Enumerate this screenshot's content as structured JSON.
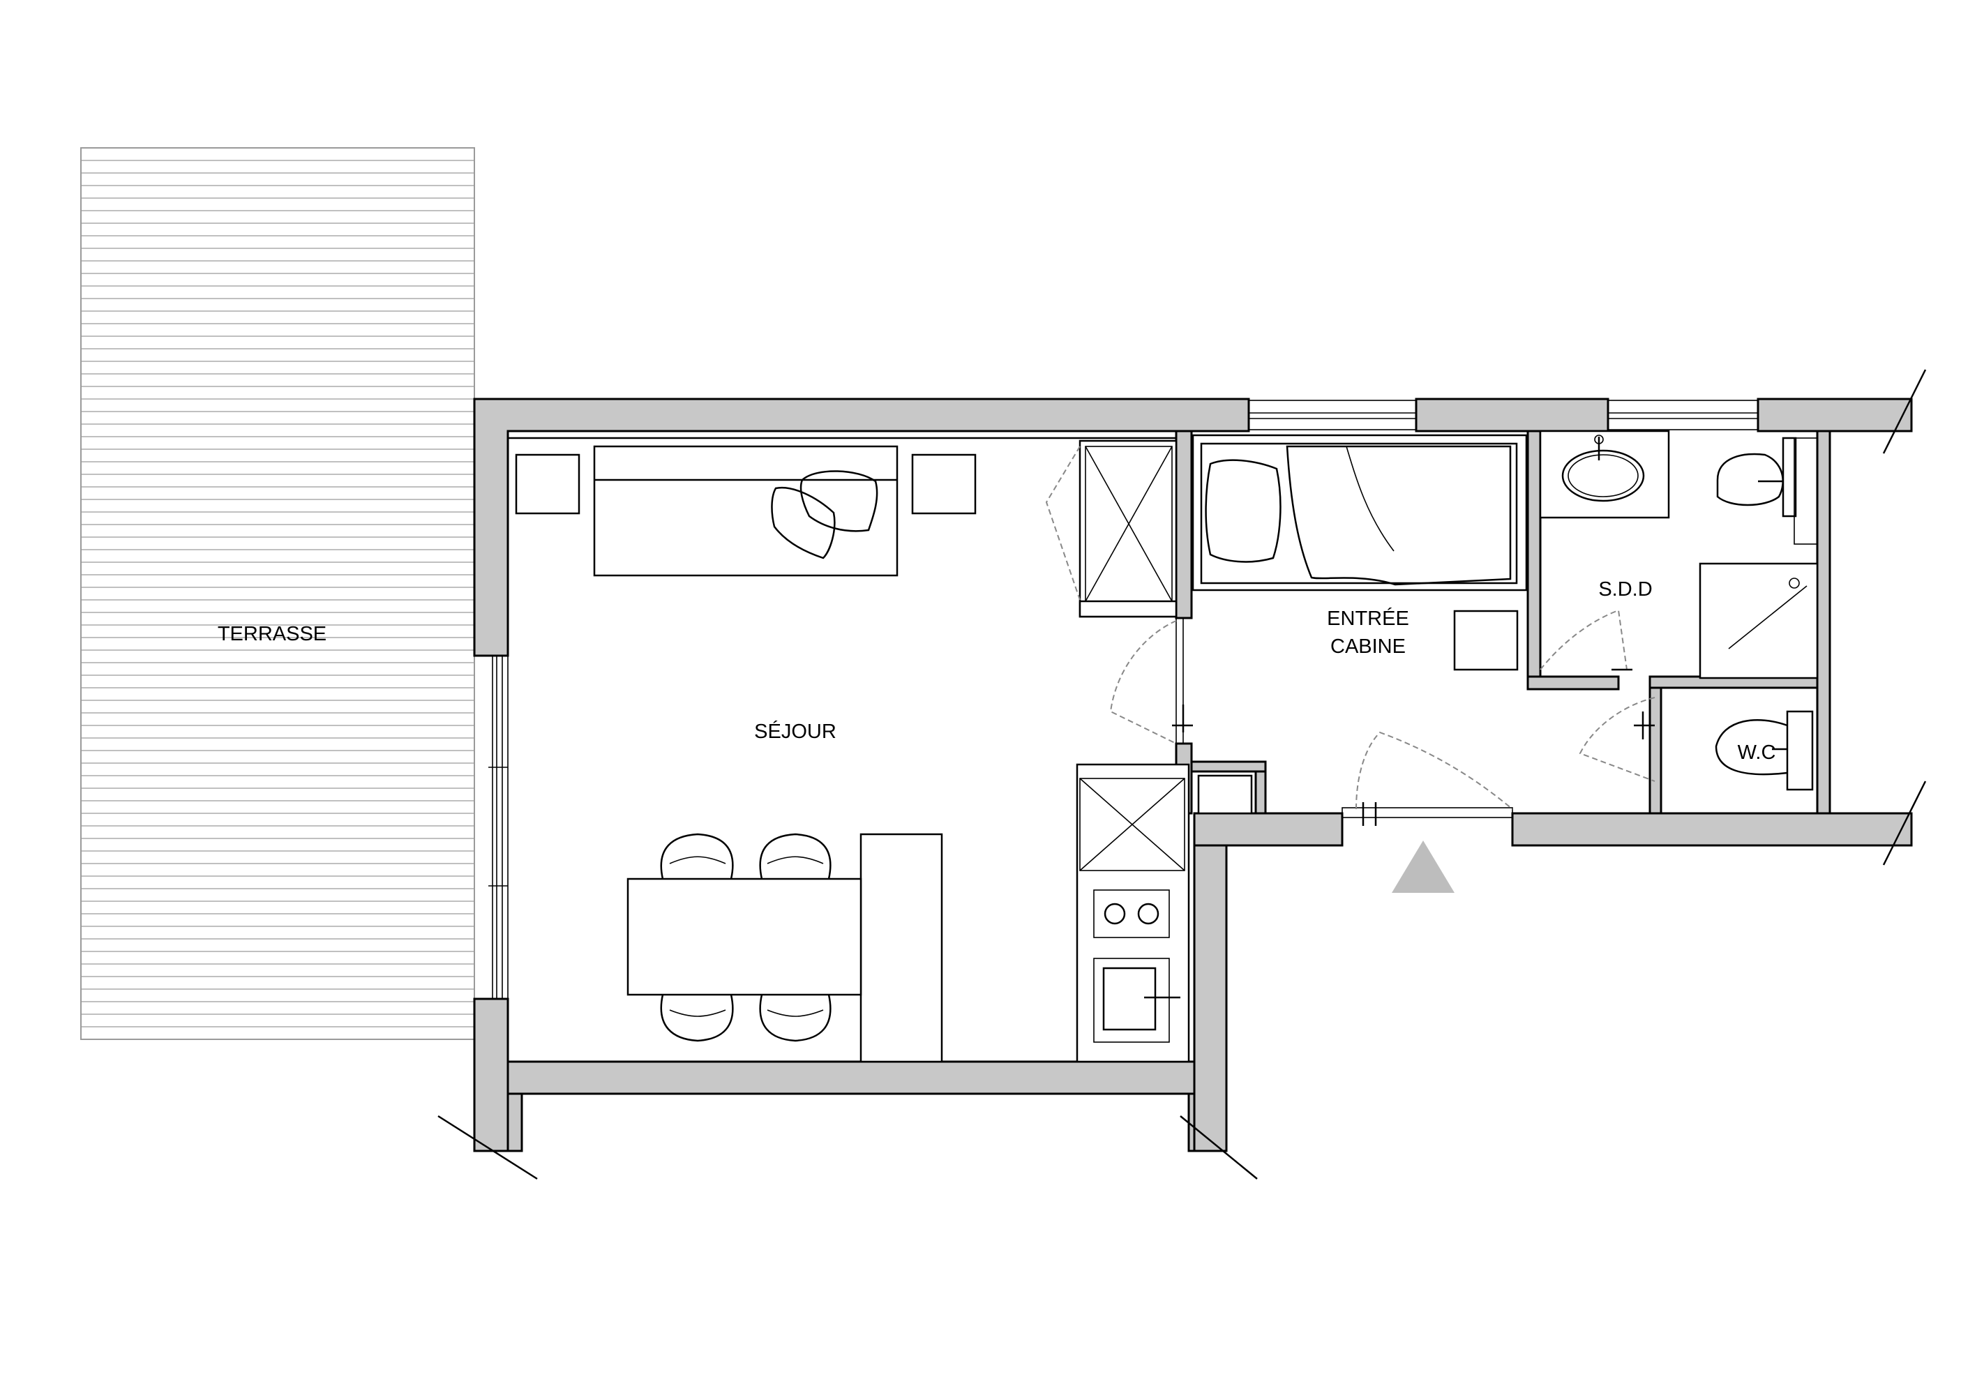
{
  "rooms": {
    "terrasse": "TERRASSE",
    "sejour": "SÉJOUR",
    "entree": "ENTRÉE",
    "cabine": "CABINE",
    "sdd": "S.D.D",
    "wc": "W.C"
  },
  "colors": {
    "wall_fill": "#c8c8c8",
    "line": "#000000",
    "terrace_slats": "#9a9a9a",
    "entrance_marker": "#bdbdbd"
  }
}
